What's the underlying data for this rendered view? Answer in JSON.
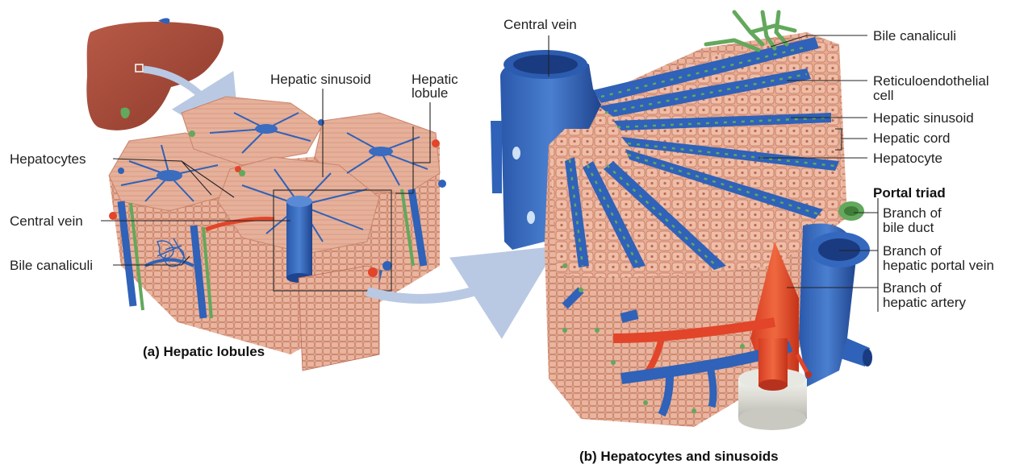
{
  "panel_a": {
    "caption": "(a) Hepatic lobules",
    "labels": {
      "hepatic_sinusoid": "Hepatic sinusoid",
      "hepatic_lobule_line1": "Hepatic",
      "hepatic_lobule_line2": "lobule",
      "hepatocytes": "Hepatocytes",
      "central_vein": "Central vein",
      "bile_canaliculi": "Bile canaliculi"
    }
  },
  "panel_b": {
    "caption": "(b) Hepatocytes and sinusoids",
    "labels": {
      "central_vein": "Central vein",
      "bile_canaliculi": "Bile canaliculi",
      "reticulo_line1": "Reticuloendothelial",
      "reticulo_line2": "cell",
      "hepatic_sinusoid": "Hepatic sinusoid",
      "hepatic_cord": "Hepatic cord",
      "hepatocyte": "Hepatocyte",
      "portal_triad": "Portal triad",
      "bile_duct_line1": "Branch of",
      "bile_duct_line2": "bile duct",
      "portal_vein_line1": "Branch of",
      "portal_vein_line2": "hepatic portal vein",
      "artery_line1": "Branch of",
      "artery_line2": "hepatic artery"
    }
  },
  "colors": {
    "liver": "#a8493a",
    "tissue": "#e3a48c",
    "tissue_light": "#f1c6b2",
    "cell_border": "#b86a55",
    "vein": "#2f62b8",
    "vein_dark": "#1d3f84",
    "artery": "#e2452a",
    "bile": "#63a85c",
    "arrow": "#b9c9e3"
  }
}
